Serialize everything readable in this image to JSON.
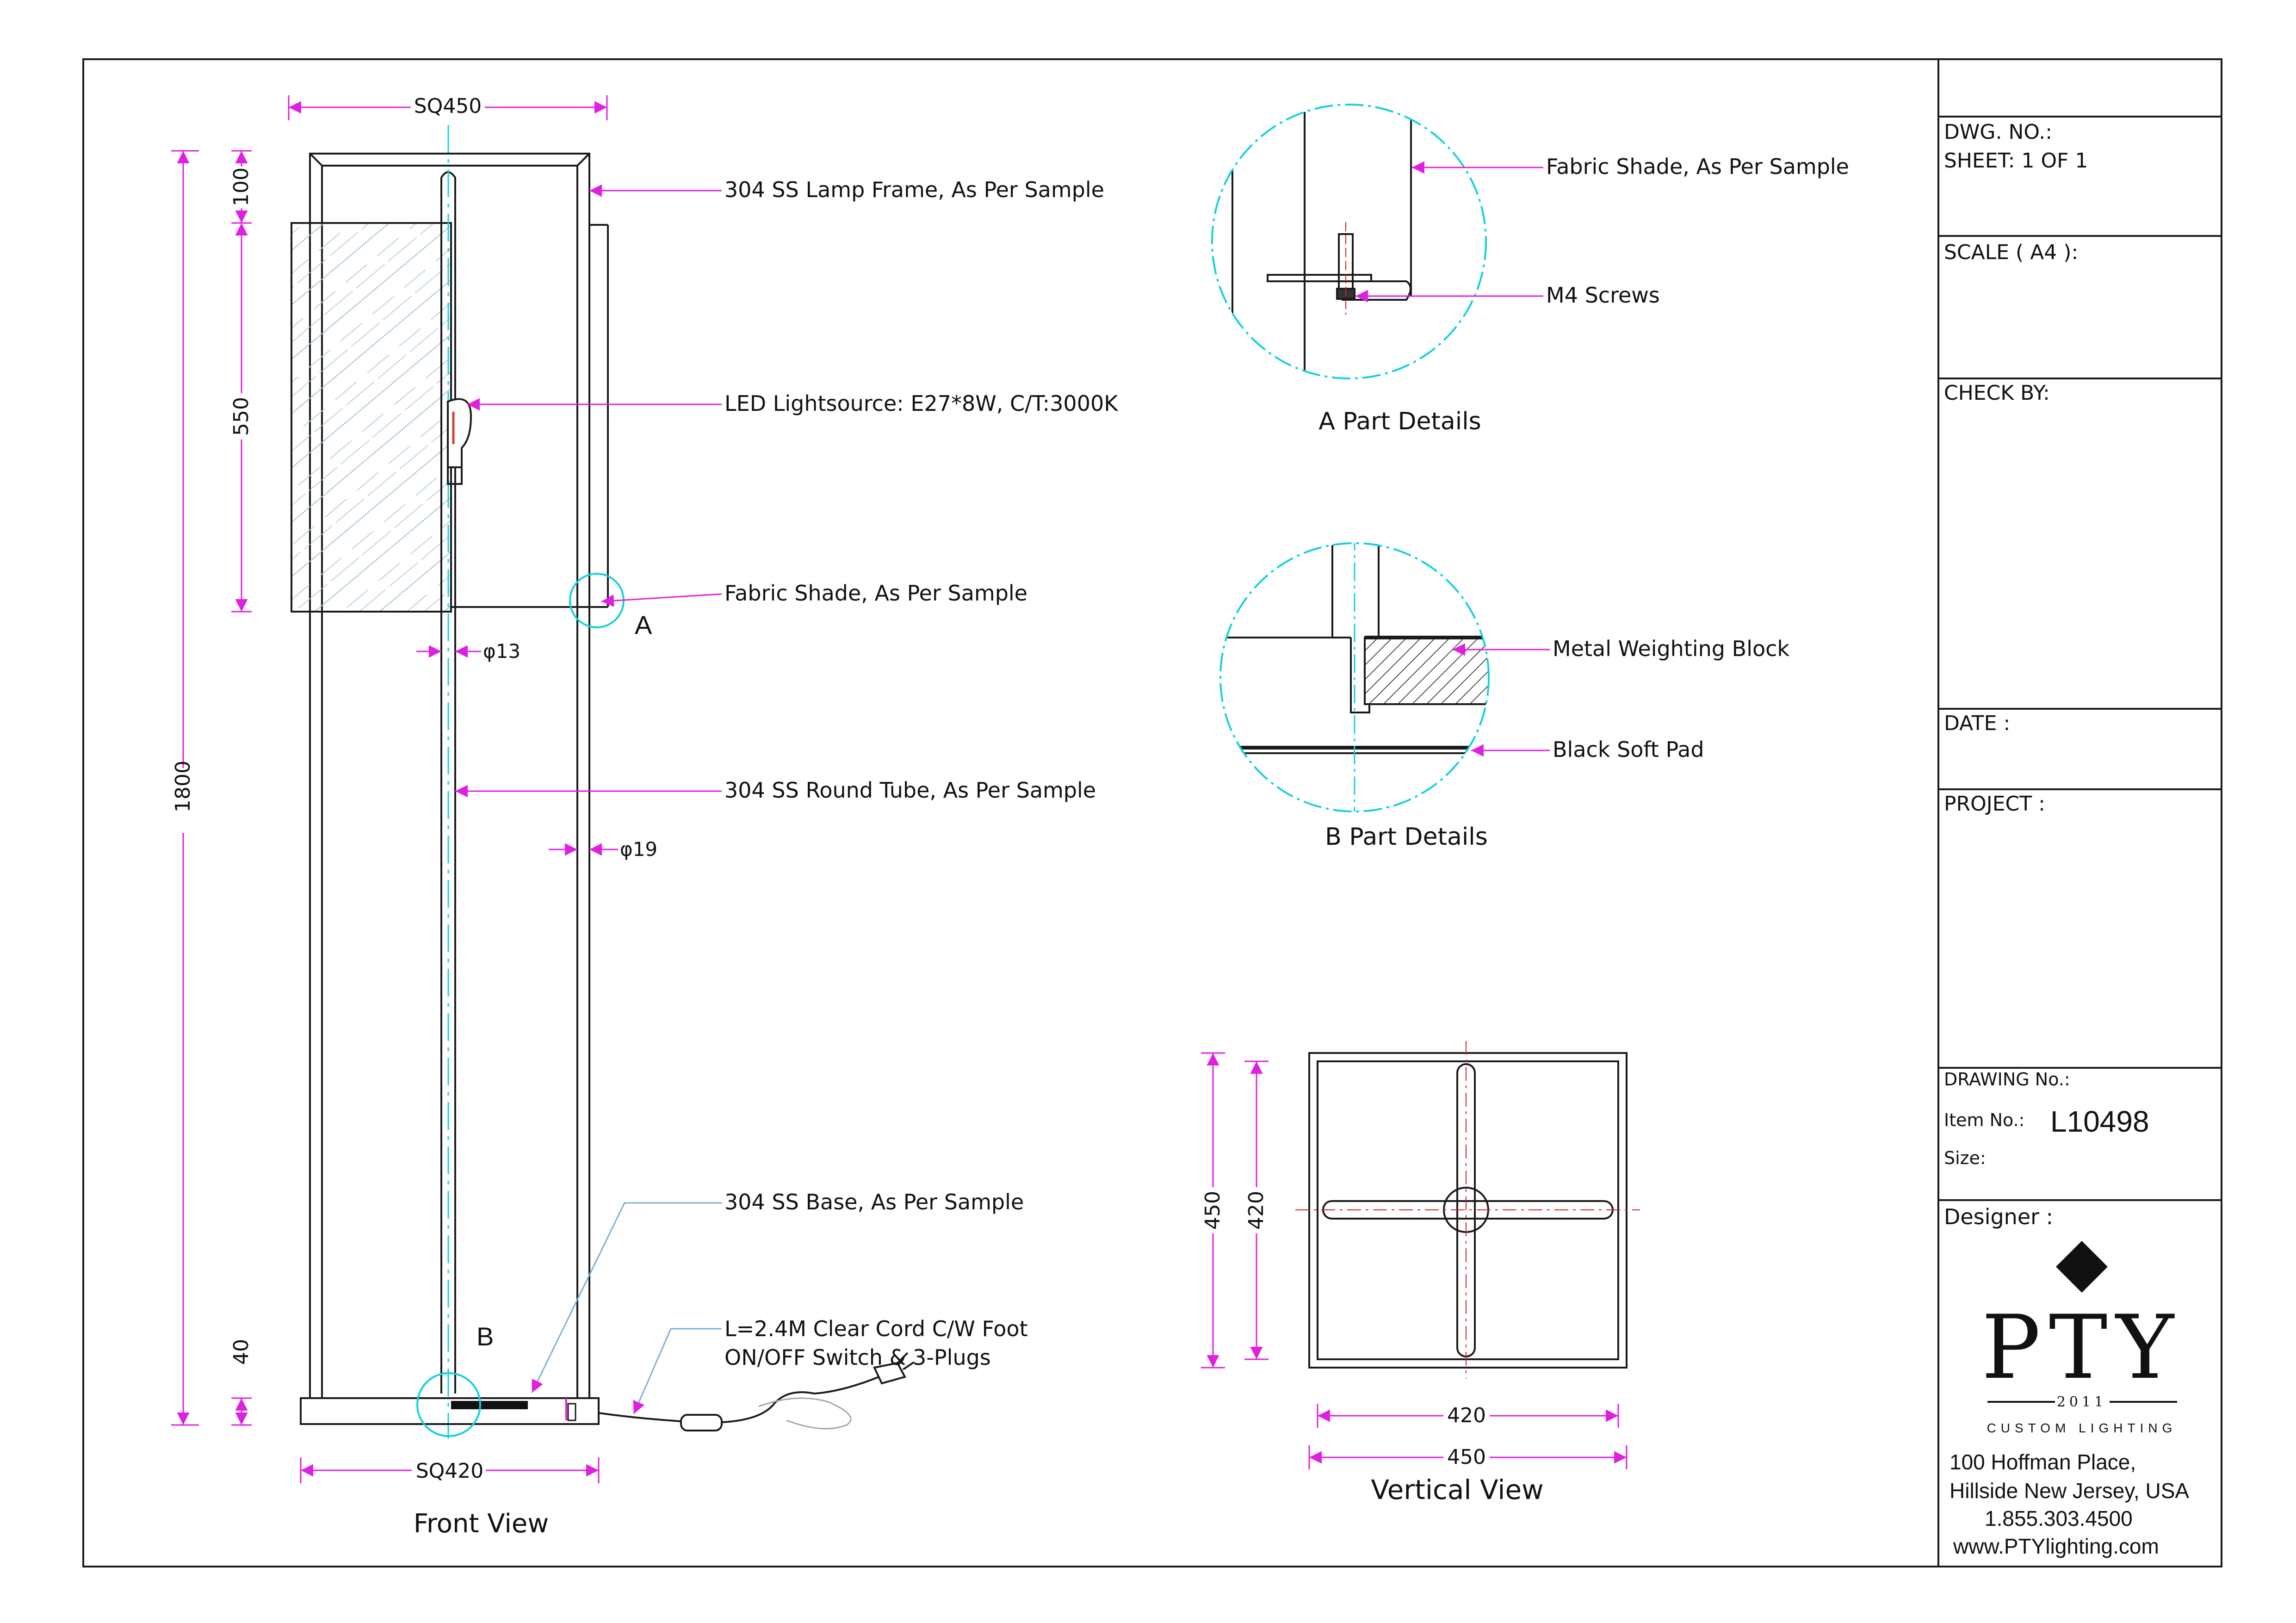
{
  "colors": {
    "ink": "#1a1a1a",
    "dimension": "#e020e0",
    "leader": "#e020e0",
    "detail_circle": "#10d0e0",
    "centerline": "#10d0e0",
    "hatch": "#9ab8c8"
  },
  "front_view": {
    "title": "Front View",
    "dims": {
      "top_width": "SQ450",
      "base_width": "SQ420",
      "total_height": "1800",
      "seg_top": "100",
      "seg_shade": "550",
      "seg_base": "40",
      "tube_dia": "φ13",
      "frame_dia": "φ19"
    },
    "callouts": {
      "frame": "304 SS Lamp Frame, As Per Sample",
      "led": "LED Lightsource: E27*8W, C/T:3000K",
      "shade": "Fabric Shade, As Per Sample",
      "tube": "304 SS Round Tube, As Per Sample",
      "base": "304 SS Base, As Per Sample",
      "cord_line1": "L=2.4M Clear Cord C/W Foot",
      "cord_line2": "ON/OFF Switch & 3-Plugs"
    },
    "markers": {
      "a": "A",
      "b": "B"
    }
  },
  "detail_a": {
    "title": "A Part Details",
    "callouts": {
      "shade": "Fabric Shade, As Per Sample",
      "screws": "M4 Screws"
    }
  },
  "detail_b": {
    "title": "B Part Details",
    "callouts": {
      "block": "Metal Weighting Block",
      "pad": "Black Soft Pad"
    }
  },
  "vertical_view": {
    "title": "Vertical View",
    "dims": {
      "inner_w": "420",
      "outer_w": "450",
      "outer_h": "450",
      "inner_h": "420"
    }
  },
  "title_block": {
    "dwg_no_label": "DWG. NO.:",
    "sheet": "SHEET: 1 OF 1",
    "scale_label": "SCALE ( A4 ):",
    "check_label": "CHECK BY:",
    "date_label": "DATE :",
    "project_label": "PROJECT :",
    "drawing_no_label": "DRAWING No.:",
    "item_label": "Item No.:",
    "item_value": "L10498",
    "size_label": "Size:",
    "designer_label": "Designer :",
    "logo_name": "PTY",
    "logo_year": "2011",
    "logo_sub": "CUSTOM LIGHTING",
    "address1": "100 Hoffman Place,",
    "address2": "Hillside New Jersey, USA",
    "phone": "1.855.303.4500",
    "web": "www.PTYlighting.com"
  }
}
